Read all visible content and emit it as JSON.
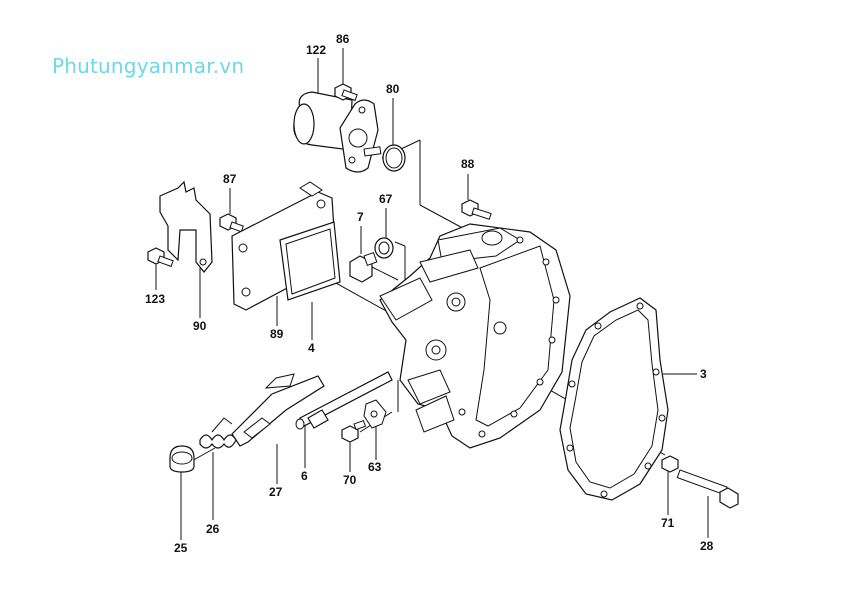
{
  "watermark": "Phutungyanmar.vn",
  "callouts": {
    "c122": "122",
    "c86": "86",
    "c80": "80",
    "c88": "88",
    "c87": "87",
    "c7": "7",
    "c67": "67",
    "c123": "123",
    "c90": "90",
    "c89": "89",
    "c4": "4",
    "c3": "3",
    "c6": "6",
    "c70": "70",
    "c63": "63",
    "c27": "27",
    "c26": "26",
    "c25": "25",
    "c71": "71",
    "c28": "28"
  },
  "colors": {
    "watermark": "#6fd8e8",
    "lines": "#111111"
  }
}
